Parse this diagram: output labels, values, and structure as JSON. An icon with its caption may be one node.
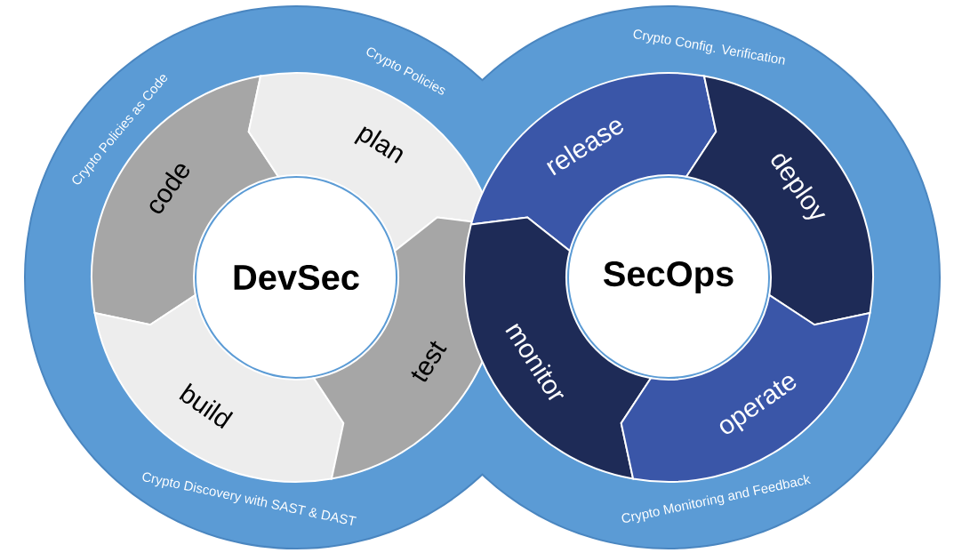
{
  "diagram": {
    "nodes": [
      {
        "text": [
          "DevSec"
        ]
      },
      {
        "text": [
          "SecOps"
        ]
      },
      {
        "text": [
          "code"
        ]
      },
      {
        "text": [
          "plan"
        ]
      },
      {
        "text": [
          "build"
        ]
      },
      {
        "text": [
          "test"
        ]
      },
      {
        "text": [
          "release"
        ]
      },
      {
        "text": [
          "deploy"
        ]
      },
      {
        "text": [
          "monitor"
        ]
      },
      {
        "text": [
          "operate"
        ]
      }
    ],
    "labels": [
      "Crypto Policies as Code",
      "Crypto Policies",
      "Crypto Config. Verification",
      "Crypto Discovery with SAST & DAST",
      "Crypto Monitoring and Feedback"
    ]
  }
}
